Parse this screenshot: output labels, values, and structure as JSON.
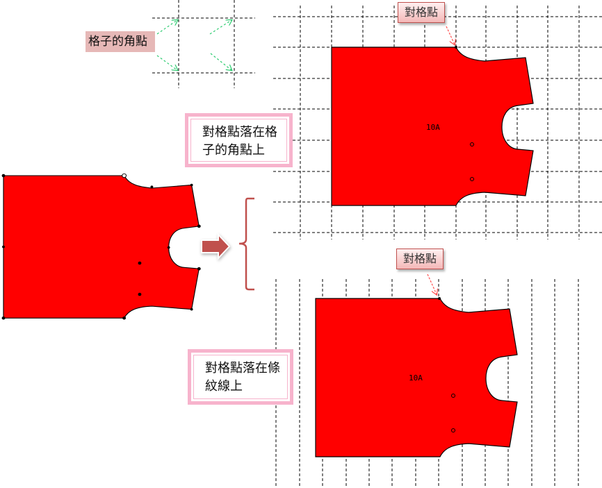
{
  "labels": {
    "grid_corner": "格子的角點",
    "note_grid": "對格點落在格子的角點上",
    "note_grid_line1": "對格點落在格",
    "note_grid_line2": "子的角點上",
    "note_stripe_line1": "對格點落在條",
    "note_stripe_line2": "紋線上",
    "callout_top": "對格點",
    "callout_bottom": "對格點",
    "piece_size_top": "10A",
    "piece_size_bottom": "10A"
  },
  "colors": {
    "piece_fill": "#ff0000",
    "note_border": "#f7b3cc",
    "corner_label_bg": "#e6b8b7",
    "arrow": "#c0504d",
    "guide_arrow": "#2ecc71"
  }
}
